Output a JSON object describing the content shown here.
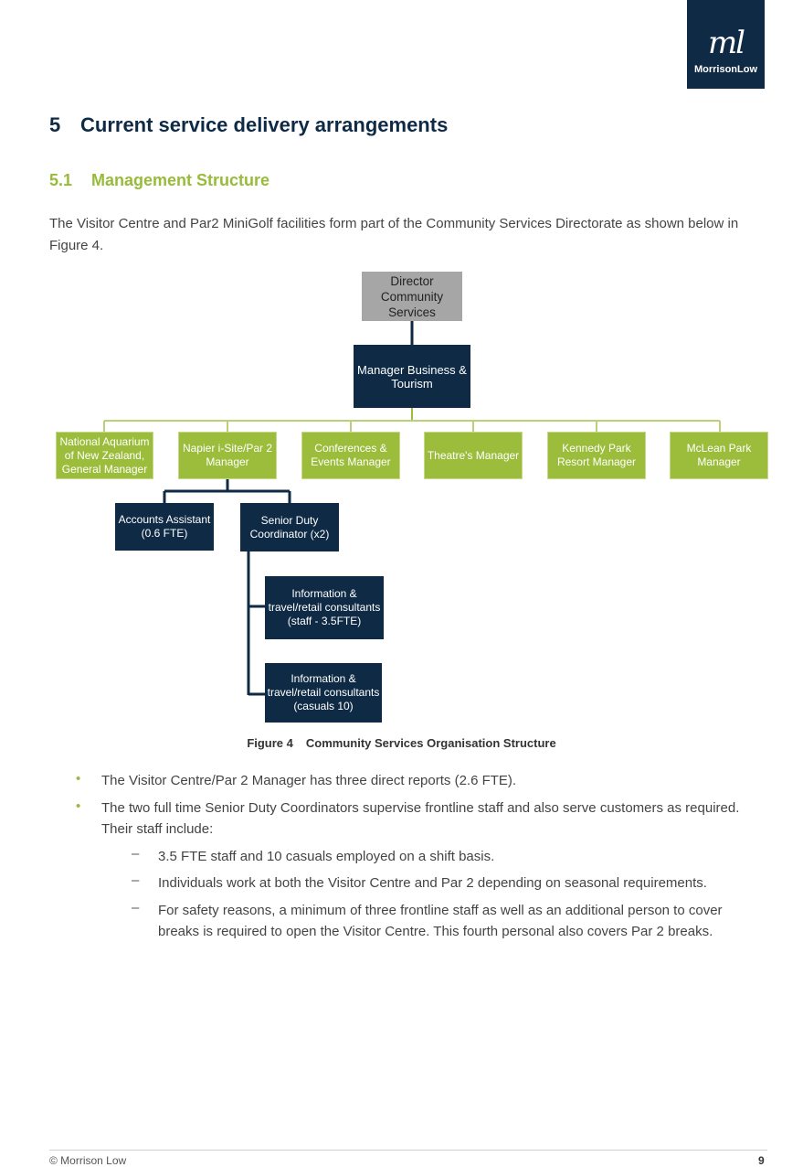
{
  "logo": {
    "mark": "ml",
    "name": "MorrisonLow"
  },
  "section": {
    "number": "5",
    "title": "Current service delivery arrangements"
  },
  "subsection": {
    "number": "5.1",
    "title": "Management Structure"
  },
  "intro": "The Visitor Centre and Par2 MiniGolf facilities form part of the Community Services Directorate as shown below in Figure 4.",
  "org": {
    "director": "Director Community Services",
    "manager": "Manager  Business & Tourism",
    "reports": [
      "National Aquarium of New Zealand, General Manager",
      "Napier i-Site/Par 2 Manager",
      "Conferences & Events Manager",
      "Theatre's Manager",
      "Kennedy Park Resort Manager",
      "McLean Park Manager"
    ],
    "accounts": "Accounts Assistant (0.6 FTE)",
    "senior": "Senior Duty Coordinator (x2)",
    "info_staff": "Information & travel/retail consultants (staff - 3.5FTE)",
    "info_casuals": "Information & travel/retail consultants (casuals 10)"
  },
  "figure": {
    "label": "Figure 4",
    "title": "Community Services Organisation Structure"
  },
  "bullets": [
    "The Visitor Centre/Par 2 Manager has three direct reports (2.6 FTE).",
    "The two full time Senior Duty Coordinators supervise frontline staff and also serve customers as required. Their staff include:"
  ],
  "subbullets": [
    "3.5 FTE staff and 10 casuals employed on a shift basis.",
    "Individuals work at both the Visitor Centre and Par 2 depending on seasonal requirements.",
    "For safety reasons, a minimum of three frontline staff as well as an additional person to cover breaks is required to open the Visitor Centre. This fourth personal also covers Par 2 breaks."
  ],
  "footer": {
    "left": "© Morrison Low",
    "page": "9"
  },
  "colors": {
    "navy": "#0f2a45",
    "green": "#9cbd3c",
    "gray": "#a6a6a6",
    "accent_green": "#98bb3a"
  }
}
